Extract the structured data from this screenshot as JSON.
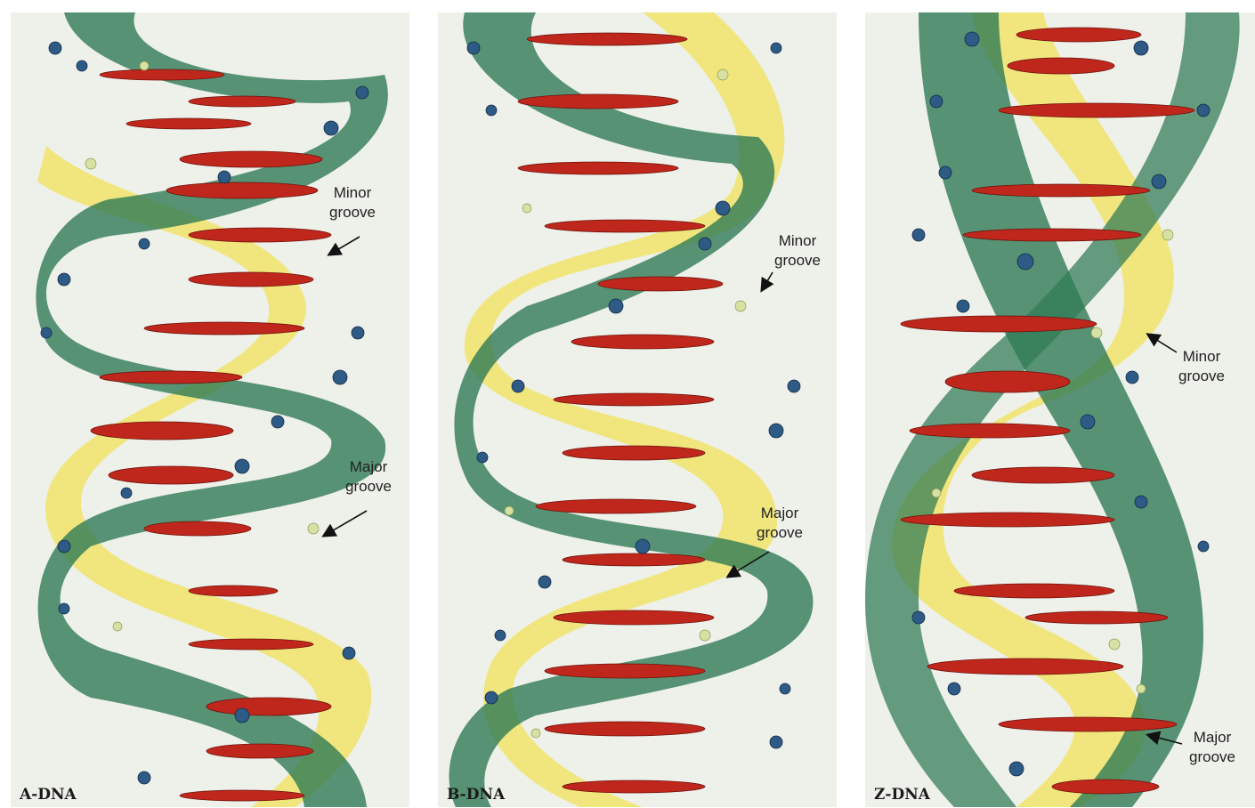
{
  "panels": [
    {
      "id": "a",
      "label": "A-DNA",
      "annotations": [
        {
          "key": "minor",
          "line1": "Minor",
          "line2": "groove"
        },
        {
          "key": "major",
          "line1": "Major",
          "line2": "groove"
        }
      ]
    },
    {
      "id": "b",
      "label": "B-DNA",
      "annotations": [
        {
          "key": "minor",
          "line1": "Minor",
          "line2": "groove"
        },
        {
          "key": "major",
          "line1": "Major",
          "line2": "groove"
        }
      ]
    },
    {
      "id": "z",
      "label": "Z-DNA",
      "annotations": [
        {
          "key": "minor",
          "line1": "Minor",
          "line2": "groove"
        },
        {
          "key": "major",
          "line1": "Major",
          "line2": "groove"
        }
      ]
    }
  ],
  "colors": {
    "background": "#eef0ea",
    "green_ribbon": "#2f7a55",
    "yellow_ribbon": "#f1e46a",
    "base_pairs": "#c0271c",
    "backbone_atoms": "#2e5a86",
    "text": "#222222"
  }
}
